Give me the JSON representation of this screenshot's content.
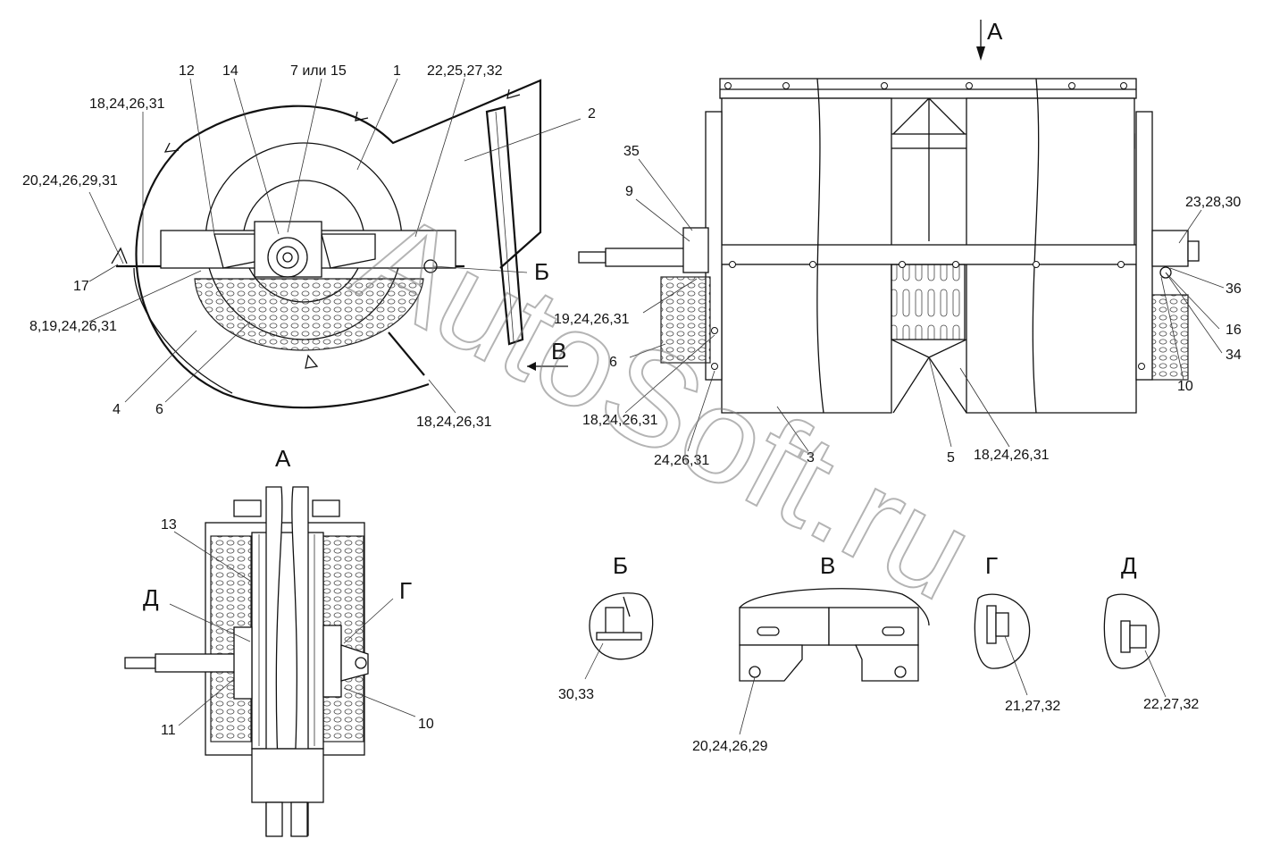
{
  "labels": {
    "side_view": [
      "12",
      "14",
      "7 или 15",
      "1",
      "22,25,27,32",
      "18,24,26,31",
      "2",
      "20,24,26,29,31",
      "Б",
      "17",
      "8,19,24,26,31",
      "В",
      "4",
      "6",
      "18,24,26,31"
    ],
    "front_view": [
      "А",
      "35",
      "9",
      "23,28,30",
      "36",
      "19,24,26,31",
      "16",
      "34",
      "6",
      "10",
      "18,24,26,31",
      "24,26,31",
      "3",
      "5",
      "18,24,26,31"
    ],
    "view_a": [
      "А",
      "13",
      "Д",
      "Г",
      "11",
      "10"
    ],
    "detail_titles": [
      "Б",
      "В",
      "Г",
      "Д"
    ],
    "detail_labels": [
      "30,33",
      "20,24,26,29",
      "21,27,32",
      "22,27,32"
    ]
  },
  "watermark": "AutoSoft.ru"
}
